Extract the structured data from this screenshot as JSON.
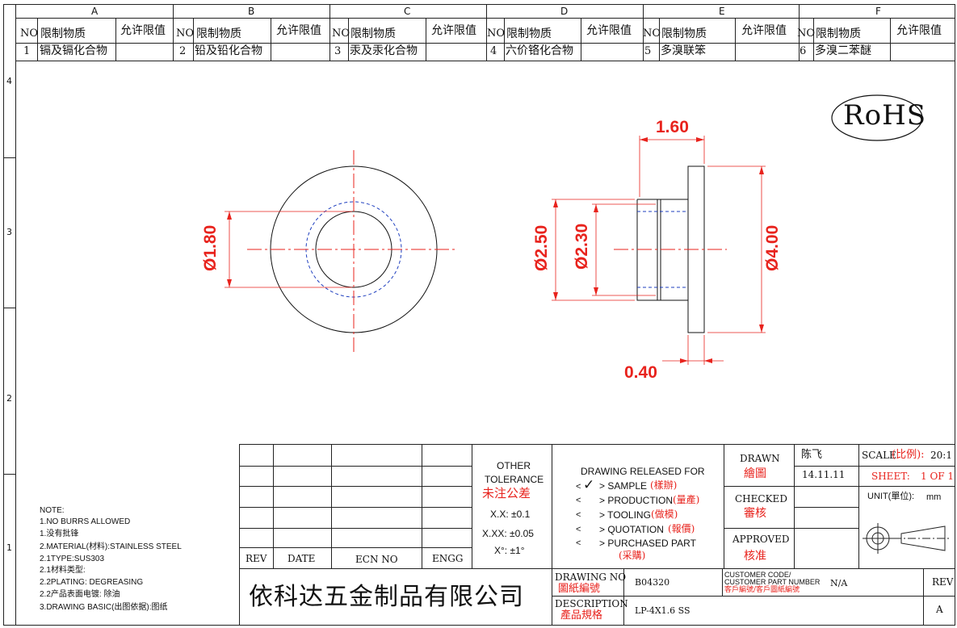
{
  "zones": {
    "columns": [
      "A",
      "B",
      "C",
      "D",
      "E",
      "F"
    ],
    "rows": [
      "4",
      "3",
      "2",
      "1"
    ]
  },
  "restricted": {
    "no_label": "NO",
    "substance_label": "限制物质",
    "limit_label": "允许限值",
    "items": [
      {
        "no": "1",
        "name": "镉及镉化合物"
      },
      {
        "no": "2",
        "name": "铅及铅化合物"
      },
      {
        "no": "3",
        "name": "汞及汞化合物"
      },
      {
        "no": "4",
        "name": "六价铬化合物"
      },
      {
        "no": "5",
        "name": "多溴联笨"
      },
      {
        "no": "6",
        "name": "多溴二苯醚"
      }
    ]
  },
  "rohs": "RoHS",
  "dims": {
    "d180": "Ø1.80",
    "d250": "Ø2.50",
    "d230": "Ø2.30",
    "d400": "Ø4.00",
    "l160": "1.60",
    "l040": "0.40"
  },
  "notes": {
    "title": "NOTE:",
    "lines": [
      "1.NO BURRS ALLOWED",
      "1.没有批锋",
      "2.MATERIAL(材料):STAINLESS STEEL",
      "2.1TYPE:SUS303",
      "2.1材料类型:",
      "2.2PLATING: DEGREASING",
      "2.2产品表面电镀: 除油",
      "3.DRAWING BASIC(出图依据):图纸"
    ]
  },
  "title_block": {
    "rev_label": "REV",
    "date_label": "DATE",
    "ecn_label": "ECN NO",
    "engg_label": "ENGG",
    "company": "依科达五金制品有限公司",
    "other_tolerance": "OTHER",
    "tolerance": "TOLERANCE",
    "tolerance_cn": "未注公差",
    "tol_x": "X.X: ±0.1",
    "tol_xx": "X.XX: ±0.05",
    "tol_deg": "X°: ±1°",
    "released_for": "DRAWING RELEASED FOR",
    "release_options": [
      {
        "mark": "<",
        "check": "✓",
        "label": "> SAMPLE",
        "cn": "(樣辦)"
      },
      {
        "mark": "<",
        "check": "",
        "label": "> PRODUCTION",
        "cn": "(量產)"
      },
      {
        "mark": "<",
        "check": "",
        "label": "> TOOLING",
        "cn": "(做模)"
      },
      {
        "mark": "<",
        "check": "",
        "label": "> QUOTATION",
        "cn": "(報價)"
      },
      {
        "mark": "<",
        "check": "",
        "label": "> PURCHASED PART",
        "cn": "(采購)"
      }
    ],
    "drawn_label": "DRAWN",
    "drawn_cn": "繪圖",
    "drawn_by": "陈飞",
    "drawn_date": "14.11.11",
    "checked_label": "CHECKED",
    "checked_cn": "審核",
    "approved_label": "APPROVED",
    "approved_cn": "核准",
    "scale_label": "SCALE",
    "scale_cn": "(比例):",
    "scale_value": "20:1",
    "sheet_label": "SHEET:",
    "sheet_value": "1 OF 1",
    "unit_label": "UNIT(單位):",
    "unit_value": "mm",
    "drawing_no_label": "DRAWING NO",
    "drawing_no_cn": "圖紙編號",
    "drawing_no": "B04320",
    "customer_code_label": "CUSTOMER CODE/",
    "customer_pn_label": "CUSTOMER PART NUMBER",
    "customer_cn": "客戶編號/客戶圖紙編號",
    "customer_value": "N/A",
    "rev_head": "REV",
    "rev_value": "A",
    "description_label": "DESCRIPTION",
    "description_cn": "產品規格",
    "description": "LP-4X1.6 SS"
  }
}
